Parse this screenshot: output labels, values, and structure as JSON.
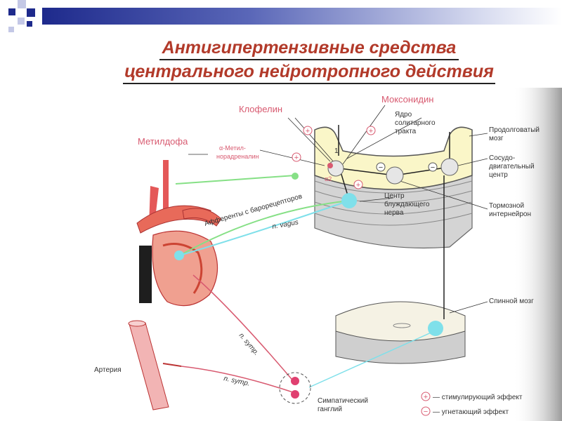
{
  "title": {
    "line1": "Антигипертензивные  средства",
    "line2": "центрального нейротропного действия"
  },
  "drugs": {
    "clonidine": "Клофелин",
    "moxonidine": "Моксонидин",
    "methyldopa": "Метилдофа",
    "alpha_methyl_1": "α-Метил-",
    "alpha_methyl_2": "норадреналин",
    "alpha2": "α2"
  },
  "labels": {
    "nts_1": "Ядро",
    "nts_2": "солитарного",
    "nts_3": "тракта",
    "medulla_1": "Продолговатый",
    "medulla_2": "мозг",
    "vasomotor_1": "Сосудо-",
    "vasomotor_2": "двигательный",
    "vasomotor_3": "центр",
    "vagus_center_1": "Центр",
    "vagus_center_2": "блуждающего",
    "vagus_center_3": "нерва",
    "interneuron_1": "Тормозной",
    "interneuron_2": "интернейрон",
    "afferents": "Афференты с барорецепторов",
    "n_vagus": "n. vagus",
    "spinal": "Спинной мозг",
    "n_symp_1": "n. symp.",
    "n_symp_2": "n. symp.",
    "artery": "Артерия",
    "ganglion_1": "Симпатический",
    "ganglion_2": "ганглий",
    "one": "1"
  },
  "legend": {
    "stim": "— стимулирующий эффект",
    "inhib": "— угнетающий эффект",
    "plus": "+",
    "minus": "−"
  },
  "colors": {
    "title": "#b23a2a",
    "accent": "#d85a70",
    "cyan": "#7fe0ea",
    "green": "#7fd080",
    "header_blue": "#1e2a8c"
  }
}
